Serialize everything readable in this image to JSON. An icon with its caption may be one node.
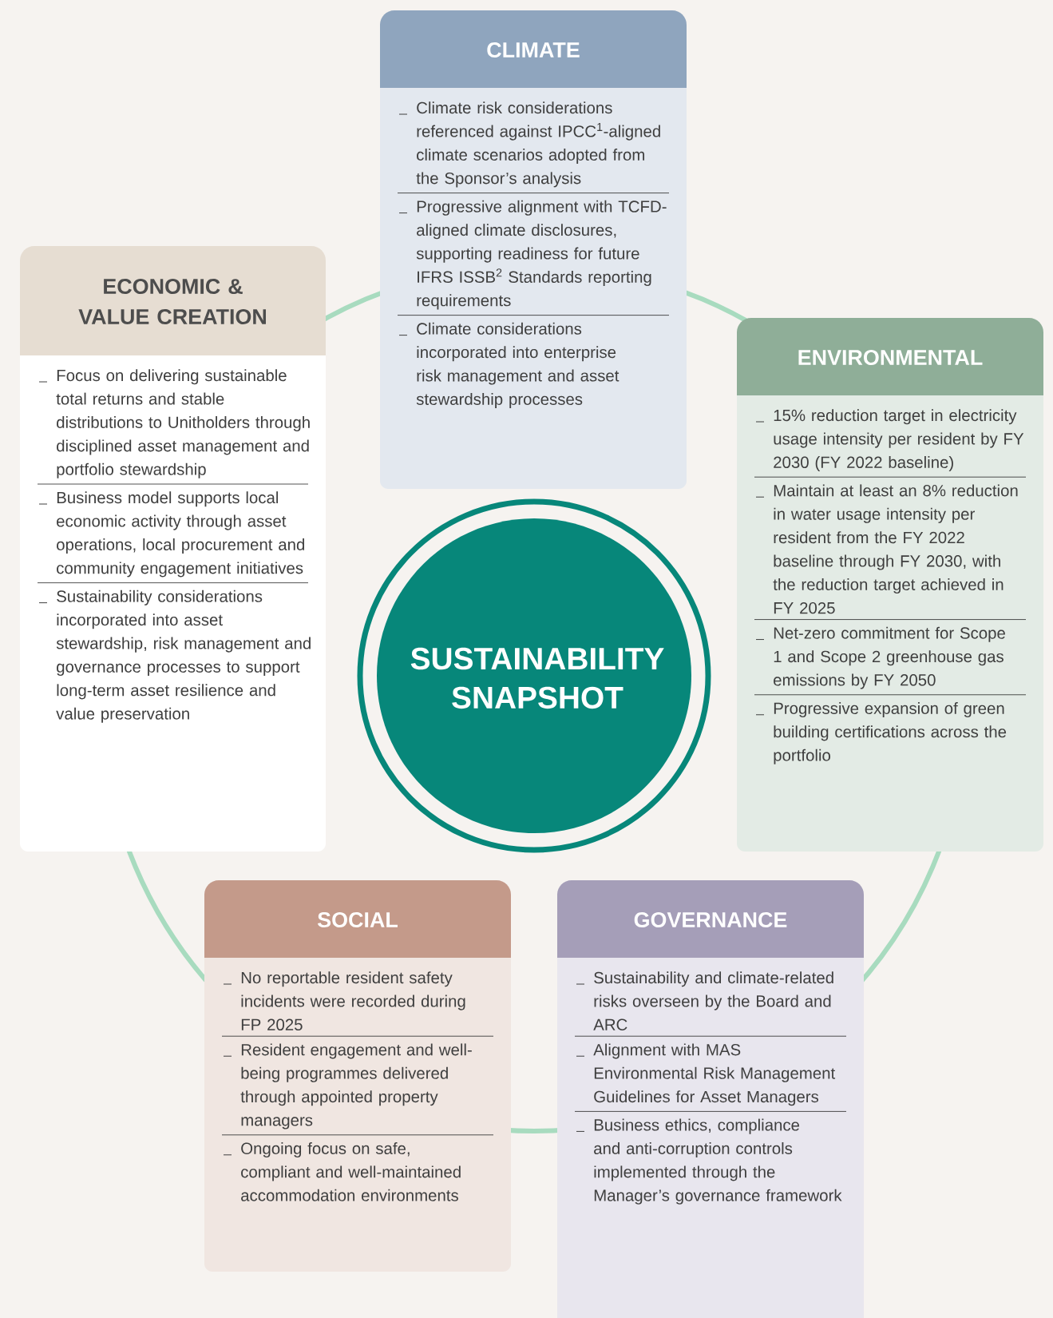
{
  "diagram": {
    "nodes": [
      {
        "text": [
          "CLIMATE",
          "Climate risk considerations referenced against IPCC$^{1}$-aligned climate scenarios adopted from the Sponsor’s analysis",
          "Progressive alignment with TCFD-aligned climate disclosures, supporting readiness for future IFRS ISSB$^{2}$ Standards reporting requirements",
          "Climate considerations incorporated into enterprise risk management and asset stewardship processes"
        ]
      },
      {
        "text": [
          "ECONOMIC & VALUE CREATION",
          "Focus on delivering sustainable total returns and stable distributions to Unitholders through disciplined asset management and portfolio stewardship",
          "Business model supports local economic activity through asset operations, local procurement and community engagement initiatives",
          "Sustainability considerations incorporated into asset stewardship, risk management and governance processes to support long-term asset resilience and value preservation"
        ]
      },
      {
        "text": [
          "ENVIRONMENTAL",
          "15% reduction target in electricity usage intensity per resident by FY 2030 (FY 2022 baseline)",
          "Maintain at least an 8% reduction in water usage intensity per resident from the FY 2022 baseline through FY 2030, with the reduction target achieved in FY 2025",
          "Net-zero commitment for Scope 1 and Scope 2 greenhouse gas emissions by FY 2050",
          "Progressive expansion of green building certifications across the portfolio"
        ]
      },
      {
        "text": [
          "SUSTAINABILITY SNAPSHOT"
        ]
      },
      {
        "text": [
          "SOCIAL",
          "No reportable resident safety incidents were recorded during FP 2025",
          "Resident engagement and well-being programmes delivered through appointed property managers",
          "Ongoing focus on safe, compliant and well-maintained accommodation environments"
        ]
      },
      {
        "text": [
          "GOVERNANCE",
          "Sustainability and climate-related risks overseen by the Board and ARC",
          "Alignment with MAS Environmental Risk Management Guidelines for Asset Managers",
          "Business ethics, compliance and anti-corruption controls implemented through the Manager’s governance framework"
        ]
      }
    ]
  }
}
